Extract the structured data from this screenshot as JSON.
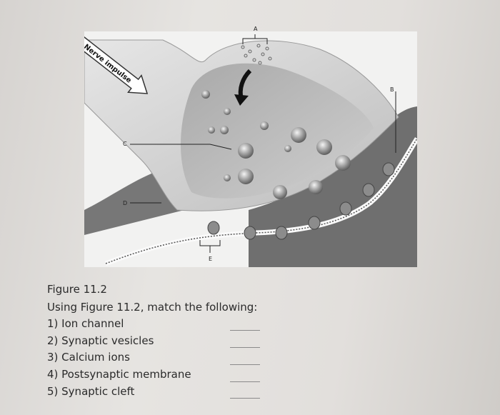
{
  "figure": {
    "nerve_impulse_label": "Nerve impulse",
    "labels": {
      "a": "A",
      "b": "B",
      "c": "C",
      "d": "D",
      "e": "E"
    }
  },
  "question": {
    "figure_title": "Figure 11.2",
    "instruction": "Using Figure 11.2, match the following:",
    "items": [
      "1) Ion channel",
      "2) Synaptic vesicles",
      "3) Calcium ions",
      "4) Postsynaptic membrane",
      "5) Synaptic cleft"
    ]
  }
}
